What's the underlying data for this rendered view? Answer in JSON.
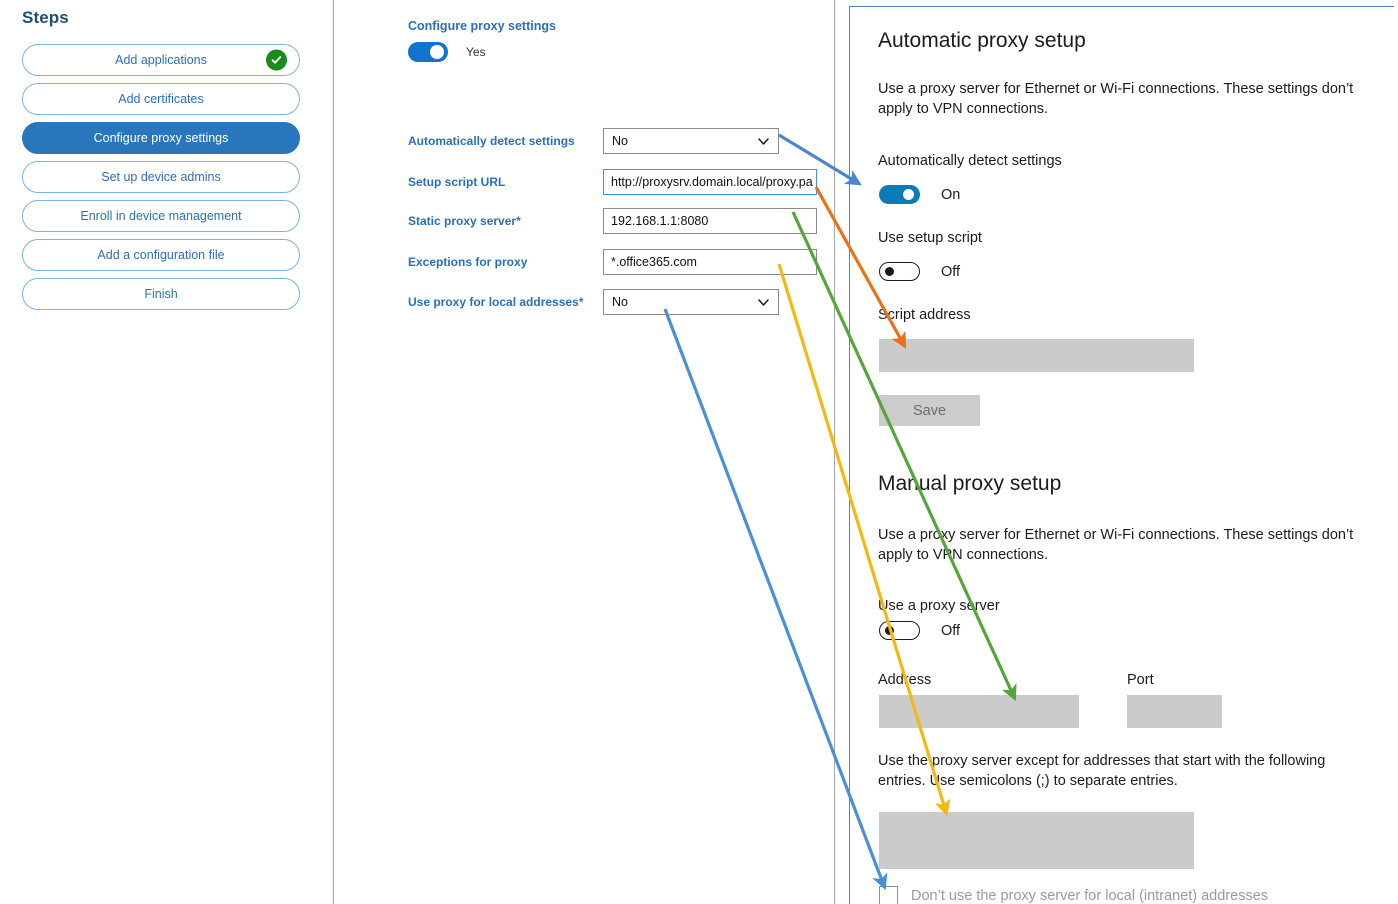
{
  "steps": {
    "title": "Steps",
    "items": [
      {
        "label": "Add applications",
        "state": "complete",
        "active": false
      },
      {
        "label": "Add certificates",
        "state": "pending",
        "active": false
      },
      {
        "label": "Configure proxy settings",
        "state": "current",
        "active": true
      },
      {
        "label": "Set up device admins",
        "state": "pending",
        "active": false
      },
      {
        "label": "Enroll in device management",
        "state": "pending",
        "active": false
      },
      {
        "label": "Add a configuration file",
        "state": "pending",
        "active": false
      },
      {
        "label": "Finish",
        "state": "pending",
        "active": false
      }
    ]
  },
  "form": {
    "heading": "Configure proxy settings",
    "master_toggle": {
      "label": "Yes",
      "state": "on"
    },
    "fields": [
      {
        "label": "Automatically detect settings",
        "required": "",
        "type": "select",
        "value": "No"
      },
      {
        "label": "Setup script URL",
        "required": "",
        "type": "text",
        "value": "http://proxysrv.domain.local/proxy.pa",
        "focused": true
      },
      {
        "label": "Static proxy server",
        "required": "*",
        "type": "text",
        "value": "192.168.1.1:8080",
        "focused": false
      },
      {
        "label": "Exceptions for proxy",
        "required": "",
        "type": "text",
        "value": "*.office365.com",
        "focused": false
      },
      {
        "label": "Use proxy for local addresses",
        "required": "*",
        "type": "select",
        "value": "No"
      }
    ]
  },
  "windows_settings": {
    "automatic": {
      "heading": "Automatic proxy setup",
      "description": "Use a proxy server for Ethernet or Wi-Fi connections. These settings don’t apply to VPN connections.",
      "auto_detect_label": "Automatically detect settings",
      "auto_detect_state": "On",
      "setup_script_label": "Use setup script",
      "setup_script_state": "Off",
      "script_address_label": "Script address",
      "script_address_value": "",
      "save_label": "Save"
    },
    "manual": {
      "heading": "Manual proxy setup",
      "description": "Use a proxy server for Ethernet or Wi-Fi connections. These settings don’t apply to VPN connections.",
      "use_proxy_label": "Use a proxy server",
      "use_proxy_state": "Off",
      "address_label": "Address",
      "address_value": "",
      "port_label": "Port",
      "port_value": "",
      "exceptions_description": "Use the proxy server except for addresses that start with the following entries. Use semicolons (;) to separate entries.",
      "exceptions_value": "",
      "local_checkbox_label": "Don’t use the proxy server for local (intranet) addresses",
      "local_checkbox_state": "unchecked"
    }
  },
  "annotations": {
    "arrows": [
      {
        "name": "auto-detect-mapping",
        "color": "#4a86c8",
        "from": "Automatically detect settings",
        "to": "Automatically detect settings toggle"
      },
      {
        "name": "setup-script-mapping",
        "color": "#e8711a",
        "from": "Setup script URL",
        "to": "Script address"
      },
      {
        "name": "static-proxy-mapping",
        "color": "#55a63a",
        "from": "Static proxy server",
        "to": "Address"
      },
      {
        "name": "exceptions-mapping",
        "color": "#f5b810",
        "from": "Exceptions for proxy",
        "to": "Exceptions box"
      },
      {
        "name": "local-addresses-mapping",
        "color": "#4a90d9",
        "from": "Use proxy for local addresses",
        "to": "Don’t use the proxy server for local (intranet) addresses"
      }
    ]
  },
  "colors": {
    "accent_blue": "#2a76bd",
    "link_blue": "#2b6fba",
    "toggle_on": "#1272d0",
    "win_toggle_on": "#0a7bb8",
    "check_green": "#1a8a1a",
    "gray_field": "#cbcbcb"
  }
}
